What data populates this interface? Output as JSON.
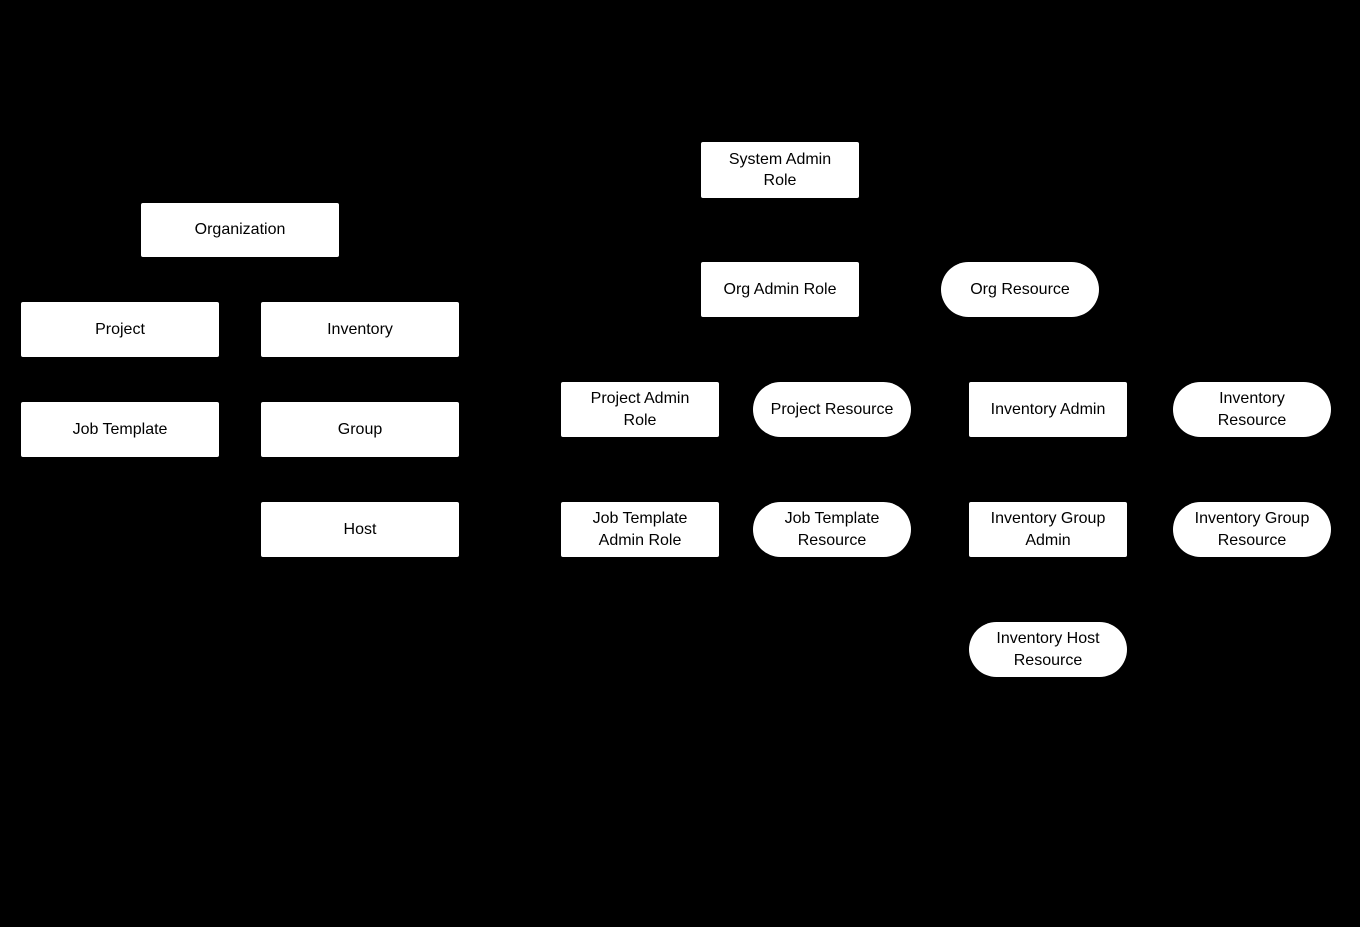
{
  "diagram": {
    "colors": {
      "background": "#000000",
      "node_fill": "#ffffff",
      "node_text": "#000000"
    },
    "nodes": [
      {
        "id": "organization",
        "label": "Organization",
        "shape": "rect"
      },
      {
        "id": "project",
        "label": "Project",
        "shape": "rect"
      },
      {
        "id": "inventory",
        "label": "Inventory",
        "shape": "rect"
      },
      {
        "id": "job-template",
        "label": "Job Template",
        "shape": "rect"
      },
      {
        "id": "group",
        "label": "Group",
        "shape": "rect"
      },
      {
        "id": "host",
        "label": "Host",
        "shape": "rect"
      },
      {
        "id": "system-admin-role",
        "label": "System Admin\nRole",
        "shape": "rect"
      },
      {
        "id": "org-admin-role",
        "label": "Org Admin Role",
        "shape": "rect"
      },
      {
        "id": "org-resource",
        "label": "Org Resource",
        "shape": "pill"
      },
      {
        "id": "project-admin-role",
        "label": "Project Admin\nRole",
        "shape": "rect"
      },
      {
        "id": "project-resource",
        "label": "Project Resource",
        "shape": "pill"
      },
      {
        "id": "inventory-admin",
        "label": "Inventory Admin",
        "shape": "rect"
      },
      {
        "id": "inventory-resource",
        "label": "Inventory\nResource",
        "shape": "pill"
      },
      {
        "id": "job-template-admin-role",
        "label": "Job Template\nAdmin Role",
        "shape": "rect"
      },
      {
        "id": "job-template-resource",
        "label": "Job Template\nResource",
        "shape": "pill"
      },
      {
        "id": "inventory-group-admin",
        "label": "Inventory Group\nAdmin",
        "shape": "rect"
      },
      {
        "id": "inventory-group-resource",
        "label": "Inventory Group\nResource",
        "shape": "pill"
      },
      {
        "id": "inventory-host-resource",
        "label": "Inventory Host\nResource",
        "shape": "pill"
      }
    ]
  }
}
